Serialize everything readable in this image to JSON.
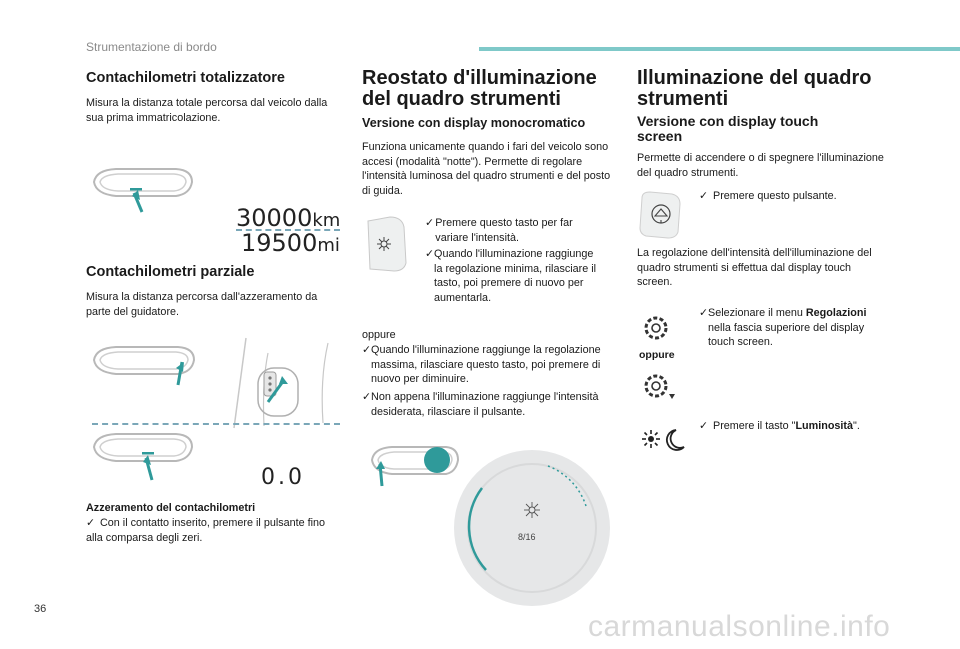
{
  "header": {
    "section_title": "Strumentazione di bordo"
  },
  "page_number": "36",
  "watermark": "carmanualsonline.info",
  "col1": {
    "odometer_title": "Contachilometri totalizzatore",
    "odometer_body": "Misura la distanza totale percorsa dal veicolo dalla sua prima immatricolazione.",
    "odo_km": "30000",
    "odo_km_unit": "km",
    "odo_mi": "19500",
    "odo_mi_unit": "mi",
    "trip_title": "Contachilometri parziale",
    "trip_body": "Misura la distanza percorsa dall'azzeramento da parte del guidatore.",
    "trip_display": "0.0",
    "reset_title": "Azzeramento del contachilometri",
    "reset_bullet": "Con il contatto inserito, premere il pulsante fino alla comparsa degli zeri."
  },
  "col2": {
    "title_line1": "Reostato d'illuminazione",
    "title_line2": "del quadro strumenti",
    "subtitle": "Versione con display monocromatico",
    "intro": "Funziona unicamente quando i fari del veicolo sono accesi (modalità \"notte\"). Permette di regolare l'intensità luminosa del quadro strumenti e del posto di guida.",
    "bullet1": "Premere questo tasto per far variare l'intensità.",
    "bullet2": "Quando l'illuminazione raggiunge la regolazione minima, rilasciare il tasto, poi premere di nuovo per aumentarla.",
    "or_label": "oppure",
    "bullet3": "Quando l'illuminazione raggiunge la regolazione massima, rilasciare questo tasto, poi premere di nuovo per diminuire.",
    "bullet4": "Non appena l'illuminazione raggiunge l'intensità desiderata, rilasciare il pulsante.",
    "gauge_value": "8/16"
  },
  "col3": {
    "title_line1": "Illuminazione del quadro",
    "title_line2": "strumenti",
    "subtitle_line1": "Versione con display touch",
    "subtitle_line2": "screen",
    "intro": "Permette di accendere o di spegnere l'illuminazione del quadro strumenti.",
    "bullet1": "Premere questo pulsante.",
    "para2": "La regolazione dell'intensità dell'illuminazione del quadro strumenti si effettua dal display touch screen.",
    "bullet2_pre": "Selezionare il menu ",
    "bullet2_bold": "Regolazioni",
    "bullet2_post": " nella fascia superiore del display touch screen.",
    "or_label": "oppure",
    "bullet3_pre": "Premere il tasto \"",
    "bullet3_bold": "Luminosità",
    "bullet3_post": "\"."
  },
  "bullet_glyph": "✓",
  "colors": {
    "teal": "#2f9a9a",
    "accent_bar": "#7fc9c9"
  }
}
